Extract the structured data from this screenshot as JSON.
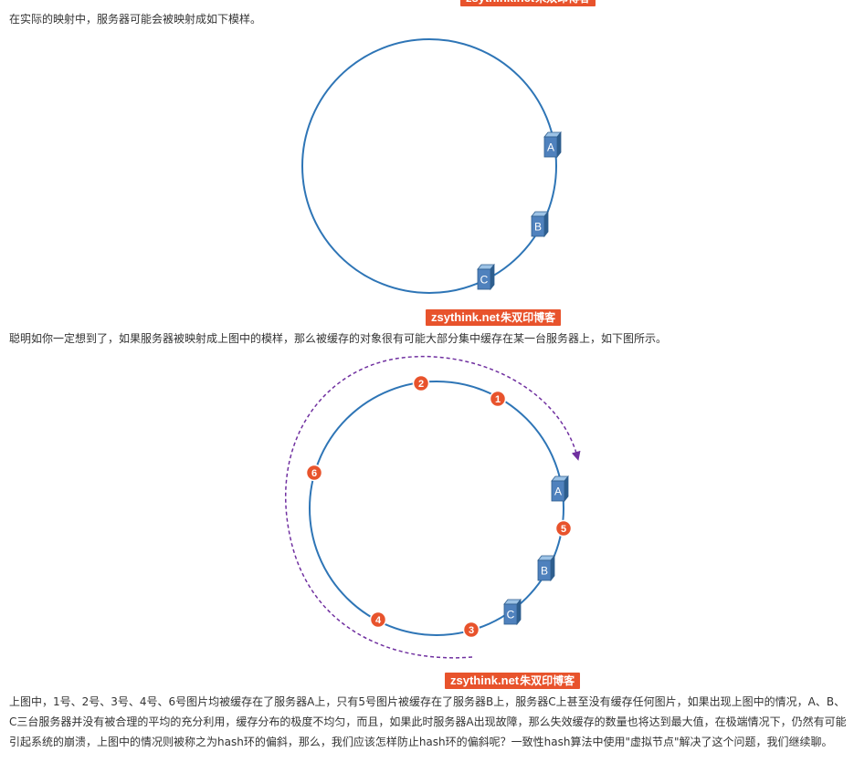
{
  "paragraphs": {
    "p1": "在实际的映射中，服务器可能会被映射成如下模样。",
    "p2": "聪明如你一定想到了，如果服务器被映射成上图中的模样，那么被缓存的对象很有可能大部分集中缓存在某一台服务器上，如下图所示。",
    "p3": "上图中，1号、2号、3号、4号、6号图片均被缓存在了服务器A上，只有5号图片被缓存在了服务器B上，服务器C上甚至没有缓存任何图片，如果出现上图中的情况，A、B、C三台服务器并没有被合理的平均的充分利用，缓存分布的极度不均匀，而且，如果此时服务器A出现故障，那么失效缓存的数量也将达到最大值，在极端情况下，仍然有可能引起系统的崩溃，上图中的情况则被称之为hash环的偏斜，那么，我们应该怎样防止hash环的偏斜呢？一致性hash算法中使用\"虚拟节点\"解决了这个问题，我们继续聊。"
  },
  "watermark": {
    "en": "zsythink.net",
    "cn": "朱双印博客"
  },
  "diagram1": {
    "servers": [
      "A",
      "B",
      "C"
    ]
  },
  "diagram2": {
    "servers": [
      "A",
      "B",
      "C"
    ],
    "images": [
      "1",
      "2",
      "3",
      "4",
      "5",
      "6"
    ]
  },
  "colors": {
    "ring": "#2e75b6",
    "server_face": "#4f81bd",
    "image_marker": "#e8532c",
    "arrow": "#7030a0",
    "watermark_bg": "#e8532c",
    "text": "#333333"
  }
}
